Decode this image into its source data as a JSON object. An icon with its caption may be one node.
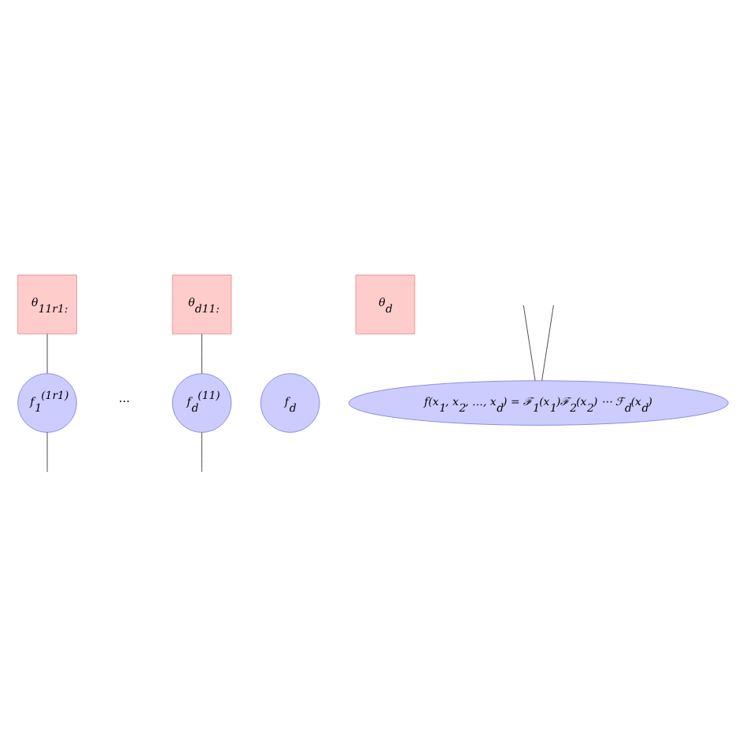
{
  "diagram": {
    "nodes": [
      {
        "text": [
          "θ$_{11r1:}$"
        ]
      },
      {
        "text": [
          "θ$_{d11:}$"
        ]
      },
      {
        "text": [
          "θ$_{d}$"
        ]
      },
      {
        "text": [
          "f$_{1}$$^{(1r1)}$"
        ]
      },
      {
        "text": [
          "f$_{d}$$^{(11)}$"
        ]
      },
      {
        "text": [
          "f$_{d}$"
        ]
      },
      {
        "text": [
          "f(x$_{1}$, x$_{2}$, …, x$_{d}$) = ℱ$_{1}$(x$_{1}$)ℱ$_{2}$(x$_{2}$) ⋯ ℱ$_{d}$(x$_{d}$)"
        ]
      }
    ],
    "edges": [
      {
        "from": 0,
        "to": 3,
        "arrow": "none"
      },
      {
        "from": 1,
        "to": 4,
        "arrow": "none"
      },
      {
        "from": 3,
        "to": null,
        "arrow": "none"
      },
      {
        "from": null,
        "to": 6,
        "arrow": "none"
      },
      {
        "from": 4,
        "to": null,
        "arrow": "none"
      },
      {
        "from": null,
        "to": 6,
        "arrow": "none"
      }
    ],
    "labels": [
      "⋯"
    ]
  }
}
